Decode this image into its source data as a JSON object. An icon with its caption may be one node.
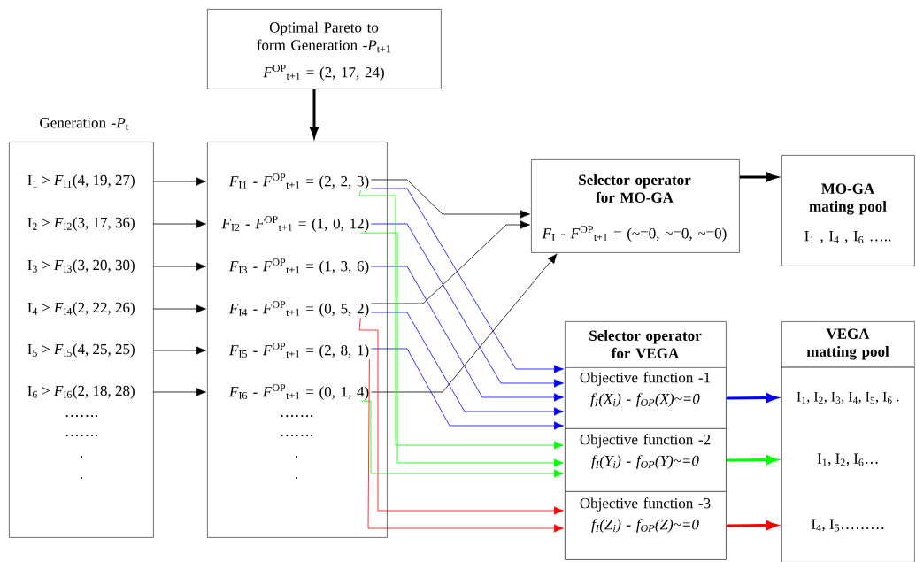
{
  "diagram": {
    "nodes": [
      {
        "text": [
          "Optimal Pareto to form Generation -*P*$_{t+1}$",
          "*F*$^{OP}$$_{t+1}$ = (2, 17, 24)"
        ]
      },
      {
        "text": [
          "Generation -*P*$_{t}$",
          "…….",
          "…….",
          ".",
          "."
        ]
      },
      {
        "text": [
          "I$_{1}$ > *F*$_{I1}$(4, 19, 27)"
        ],
        "in": 1
      },
      {
        "text": [
          "I$_{2}$ > *F*$_{I2}$(3, 17, 36)"
        ],
        "in": 1
      },
      {
        "text": [
          "I$_{3}$ > *F*$_{I3}$(3, 20, 30)"
        ],
        "in": 1
      },
      {
        "text": [
          "I$_{4}$ > *F*$_{I4}$(2, 22, 26)"
        ],
        "in": 1
      },
      {
        "text": [
          "I$_{5}$ > *F*$_{I5}$(4, 25, 25)"
        ],
        "in": 1
      },
      {
        "text": [
          "I$_{6}$ > *F*$_{I6}$(2, 18, 28)"
        ],
        "in": 1
      },
      {
        "text": [
          "…….",
          "…….",
          ".",
          "."
        ]
      },
      {
        "text": [
          "*F*$_{I1}$ - *F*$^{OP}$$_{t+1}$ = (2, 2, 3)"
        ],
        "in": 8
      },
      {
        "text": [
          "*F*$_{I2}$ - *F*$^{OP}$$_{t+1}$ = (1, 0, 12)"
        ],
        "in": 8
      },
      {
        "text": [
          "*F*$_{I3}$ - *F*$^{OP}$$_{t+1}$ = (1, 3, 6)"
        ],
        "in": 8
      },
      {
        "text": [
          "*F*$_{I4}$ - *F*$^{OP}$$_{t+1}$ = (0, 5, 2)"
        ],
        "in": 8
      },
      {
        "text": [
          "*F*$_{I5}$ - *F*$^{OP}$$_{t+1}$ = (2, 8, 1)"
        ],
        "in": 8
      },
      {
        "text": [
          "*F*$_{I6}$ - *F*$^{OP}$$_{t+1}$ = (0, 1, 4)"
        ],
        "in": 8
      },
      {
        "text": [
          "Selector operator for MO-GA",
          "*F*$_{I}$ - *F*$^{OP}$$_{t+1}$ = (~=0, ~=0, ~=0)"
        ]
      },
      {
        "text": [
          "MO-GA mating pool",
          "I$_{1}$ , I$_{4}$ , I$_{6}$ ….."
        ]
      },
      {
        "text": [
          "Selector operator for VEGA"
        ]
      },
      {
        "text": [
          "Objective function -1",
          "f$_{I}$(X$_{i}$) - f$_{OP}$(X)~=0"
        ],
        "in": 17
      },
      {
        "text": [
          "Objective function -2",
          "f$_{I}$(Y$_{i}$) - f$_{OP}$(Y)~=0"
        ],
        "in": 17
      },
      {
        "text": [
          "Objective function -3",
          "f$_{I}$(Z$_{i}$) - f$_{OP}$(Z)~=0"
        ],
        "in": 17
      },
      {
        "text": [
          "VEGA matting pool"
        ]
      },
      {
        "text": [
          "I$_{1}$, I$_{2}$, I$_{3}$, I$_{4}$, I$_{5}$, I$_{6}$ ."
        ],
        "in": 21
      },
      {
        "text": [
          "I$_{1}$, I$_{2}$, I$_{6}$…"
        ],
        "in": 21
      },
      {
        "text": [
          "I$_{4}$, I$_{5}$………"
        ],
        "in": 21
      }
    ],
    "edges": [
      {
        "from": 0,
        "to": 8,
        "arrow": "to",
        "style": "thick"
      },
      {
        "from": 2,
        "to": 9,
        "arrow": "to"
      },
      {
        "from": 3,
        "to": 10,
        "arrow": "to"
      },
      {
        "from": 4,
        "to": 11,
        "arrow": "to"
      },
      {
        "from": 5,
        "to": 12,
        "arrow": "to"
      },
      {
        "from": 6,
        "to": 13,
        "arrow": "to"
      },
      {
        "from": 7,
        "to": 14,
        "arrow": "to"
      },
      {
        "from": 9,
        "to": 15,
        "arrow": "to"
      },
      {
        "from": 12,
        "to": 15,
        "arrow": "to"
      },
      {
        "from": 14,
        "to": 15,
        "arrow": "to"
      },
      {
        "from": 9,
        "to": 18,
        "arrow": "to",
        "color": "#0000ff"
      },
      {
        "from": 10,
        "to": 18,
        "arrow": "to",
        "color": "#0000ff"
      },
      {
        "from": 11,
        "to": 18,
        "arrow": "to",
        "color": "#0000ff"
      },
      {
        "from": 12,
        "to": 18,
        "arrow": "to",
        "color": "#0000ff"
      },
      {
        "from": 13,
        "to": 18,
        "arrow": "to",
        "color": "#0000ff"
      },
      {
        "from": 9,
        "to": 19,
        "arrow": "to",
        "color": "#00ff00"
      },
      {
        "from": 10,
        "to": 19,
        "arrow": "to",
        "color": "#00ff00"
      },
      {
        "from": 14,
        "to": 19,
        "arrow": "to",
        "color": "#00ff00"
      },
      {
        "from": 12,
        "to": 20,
        "arrow": "to",
        "color": "#ff0000"
      },
      {
        "from": 13,
        "to": 20,
        "arrow": "to",
        "color": "#ff0000"
      },
      {
        "from": 15,
        "to": 16,
        "arrow": "to",
        "style": "thick"
      },
      {
        "from": 18,
        "to": 22,
        "arrow": "to",
        "style": "thick",
        "color": "#0000ff"
      },
      {
        "from": 19,
        "to": 23,
        "arrow": "to",
        "style": "thick",
        "color": "#00ff00"
      },
      {
        "from": 20,
        "to": 24,
        "arrow": "to",
        "style": "thick",
        "color": "#ff0000"
      }
    ]
  }
}
